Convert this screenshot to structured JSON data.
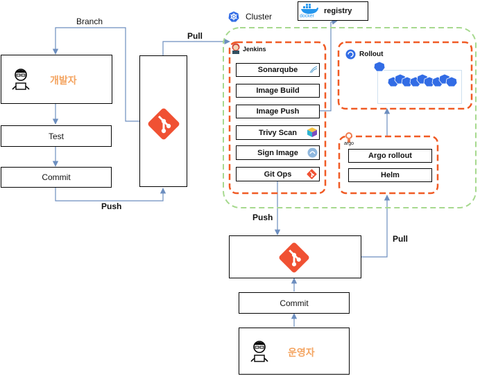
{
  "left": {
    "developer_label": "개발자",
    "test_label": "Test",
    "commit_label": "Commit",
    "branch_label": "Branch",
    "push_label": "Push",
    "pull_label": "Pull"
  },
  "cluster": {
    "title": "Cluster",
    "registry_label": "registry",
    "docker_label": "docker",
    "jenkins": {
      "title": "Jenkins",
      "stages": [
        "Sonarqube",
        "Image Build",
        "Image Push",
        "Trivy Scan",
        "Sign Image",
        "Git Ops"
      ]
    },
    "rollout": {
      "title": "Rollout"
    },
    "argo": {
      "logo_text": "argo",
      "items": [
        "Argo rollout",
        "Helm"
      ]
    }
  },
  "bottom": {
    "push_label": "Push",
    "pull_label": "Pull",
    "commit_label": "Commit",
    "operator_label": "운영자"
  },
  "colors": {
    "git": "#f05133",
    "dashed_orange": "#f05a24",
    "dashed_green": "#9fd68a",
    "arrow": "#6c8ebf",
    "k8s": "#326ce5"
  }
}
